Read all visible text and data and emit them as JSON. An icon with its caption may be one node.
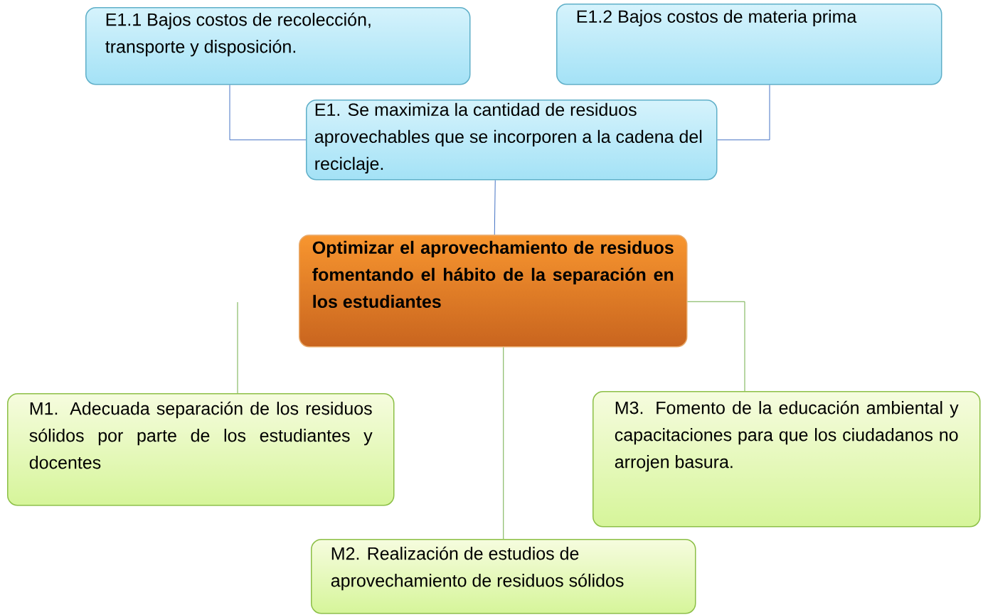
{
  "diagram": {
    "nodes": [
      {
        "text": [
          "E1.1 Bajos costos de recolección, transporte y disposición."
        ]
      },
      {
        "text": [
          "E1.2 Bajos costos de materia prima"
        ]
      },
      {
        "text": [
          "E1. Se maximiza la cantidad de residuos aprovechables que se incorporen a la cadena del reciclaje."
        ]
      },
      {
        "text": [
          "Optimizar el aprovechamiento de residuos fomentando el hábito de la separación en los estudiantes"
        ]
      },
      {
        "text": [
          "M1. Adecuada separación de los residuos sólidos por parte de los estudiantes y docentes"
        ]
      },
      {
        "text": [
          "M3. Fomento de la educación ambiental y capacitaciones para que los ciudadanos no arrojen basura."
        ]
      },
      {
        "text": [
          "M2.  Realización de estudios de aprovechamiento de residuos sólidos"
        ]
      }
    ],
    "edges": [
      {
        "from": 0,
        "to": 2,
        "arrow": "none",
        "color": "#4472c4"
      },
      {
        "from": 1,
        "to": 2,
        "arrow": "none",
        "color": "#4472c4"
      },
      {
        "from": 2,
        "to": 3,
        "arrow": "none",
        "color": "#4472c4"
      },
      {
        "from": null,
        "to": 4,
        "arrow": "none",
        "color": "#70ad47"
      },
      {
        "from": 3,
        "to": 5,
        "arrow": "none",
        "color": "#70ad47"
      },
      {
        "from": 3,
        "to": 6,
        "arrow": "none",
        "color": "#70ad47"
      }
    ]
  }
}
